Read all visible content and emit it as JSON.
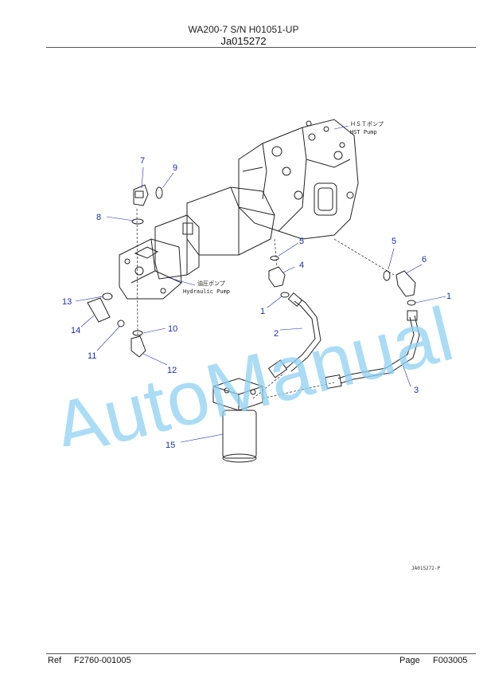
{
  "header": {
    "title": "WA200-7 S/N H01051-UP",
    "drawing_id": "Ja015272"
  },
  "labels": {
    "hst_pump_jp": "ＨＳＴポンプ",
    "hst_pump_en": "HST Pump",
    "hydraulic_pump_jp": "油圧ポンプ",
    "hydraulic_pump_en": "Hydraulic Pump",
    "drawing_code": "JA015272-P"
  },
  "callouts": [
    "7",
    "9",
    "8",
    "5",
    "4",
    "5",
    "6",
    "1",
    "1",
    "2",
    "13",
    "14",
    "10",
    "11",
    "12",
    "3",
    "15"
  ],
  "watermark": "AutoManual",
  "footer": {
    "ref_label": "Ref",
    "ref_value": "F2760-001005",
    "page_label": "Page",
    "page_value": "F003005"
  },
  "colors": {
    "callout": "#1a2fa6",
    "watermark": "#8fd0f2"
  }
}
